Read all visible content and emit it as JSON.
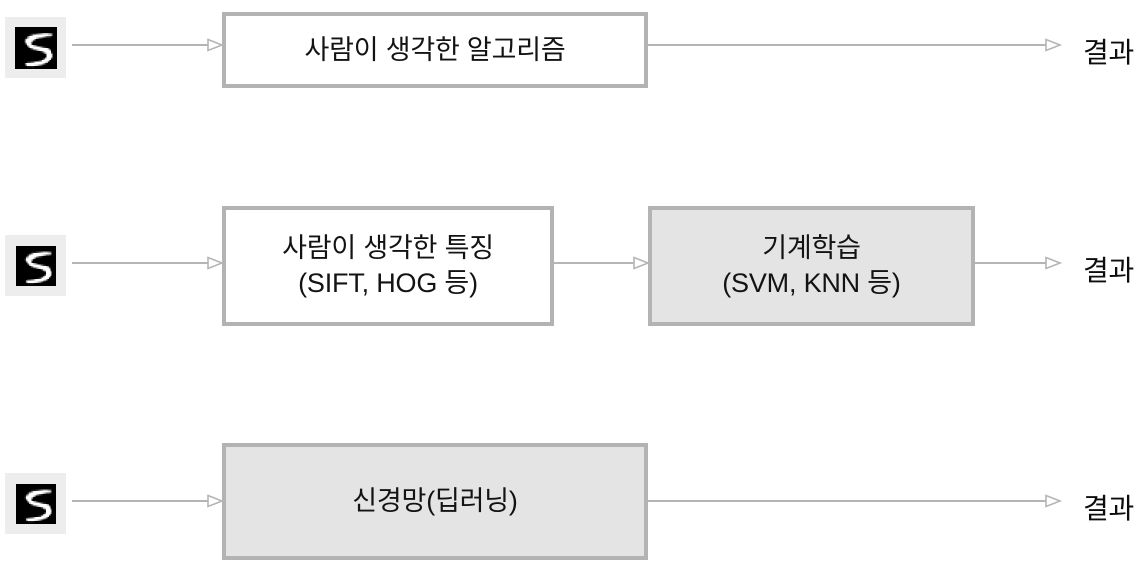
{
  "diagram": {
    "title": "",
    "colors": {
      "box_border": "#b3b3b3",
      "box_fill_plain": "#ffffff",
      "box_fill_shaded": "#e4e4e4",
      "arrow": "#b5b5b5",
      "text": "#111111",
      "thumb_background": "#ededed",
      "digit_background": "#000000",
      "digit_stroke": "#ffffff"
    },
    "rows": [
      {
        "id": "row-classic-algorithm",
        "input": {
          "icon": "mnist-digit-5-image",
          "alt": "5"
        },
        "boxes": [
          {
            "id": "box-human-algorithm",
            "label": "사람이 생각한 알고리즘",
            "fill": "plain"
          }
        ],
        "output": {
          "label": "결과"
        }
      },
      {
        "id": "row-machine-learning",
        "input": {
          "icon": "mnist-digit-5-image",
          "alt": "5"
        },
        "boxes": [
          {
            "id": "box-human-features",
            "label": "사람이 생각한 특징\n(SIFT, HOG 등)",
            "fill": "plain"
          },
          {
            "id": "box-machine-learning",
            "label": "기계학습\n(SVM, KNN 등)",
            "fill": "shaded"
          }
        ],
        "output": {
          "label": "결과"
        }
      },
      {
        "id": "row-deep-learning",
        "input": {
          "icon": "mnist-digit-5-image",
          "alt": "5"
        },
        "boxes": [
          {
            "id": "box-neural-network",
            "label": "신경망(딥러닝)",
            "fill": "shaded"
          }
        ],
        "output": {
          "label": "결과"
        }
      }
    ]
  }
}
